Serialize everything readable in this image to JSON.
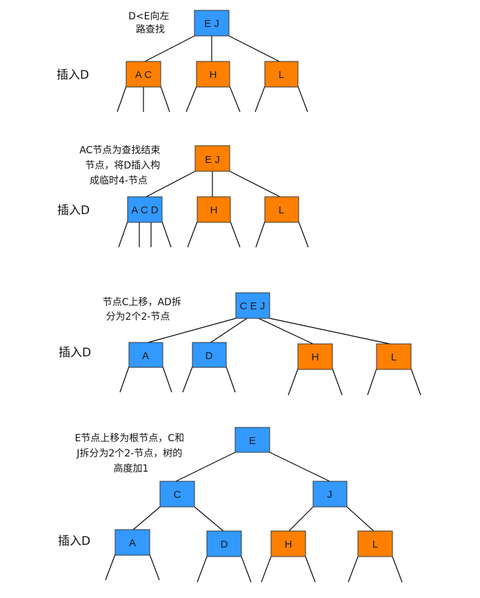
{
  "colors": {
    "blue": "#3399ff",
    "orange": "#ff8000"
  },
  "steps": [
    {
      "note": [
        "D<E向左",
        "路查找"
      ],
      "insert_label": "插入D",
      "nodes": {
        "root": "E J",
        "left": "A C",
        "mid": "H",
        "right": "L"
      }
    },
    {
      "note": [
        "AC节点为查找结束",
        "节点，将D插入构",
        "成临时4-节点"
      ],
      "insert_label": "插入D",
      "nodes": {
        "root": "E J",
        "left": "A C D",
        "mid": "H",
        "right": "L"
      }
    },
    {
      "note": [
        "节点C上移，AD拆",
        "分为2个2-节点"
      ],
      "insert_label": "插入D",
      "nodes": {
        "root": "C E J",
        "a": "A",
        "d": "D",
        "h": "H",
        "l": "L"
      }
    },
    {
      "note": [
        "E节点上移为根节点，C和",
        "J拆分为2个2-节点，树的",
        "高度加1"
      ],
      "insert_label": "插入D",
      "nodes": {
        "root": "E",
        "c": "C",
        "j": "J",
        "a": "A",
        "d": "D",
        "h": "H",
        "l": "L"
      }
    }
  ]
}
